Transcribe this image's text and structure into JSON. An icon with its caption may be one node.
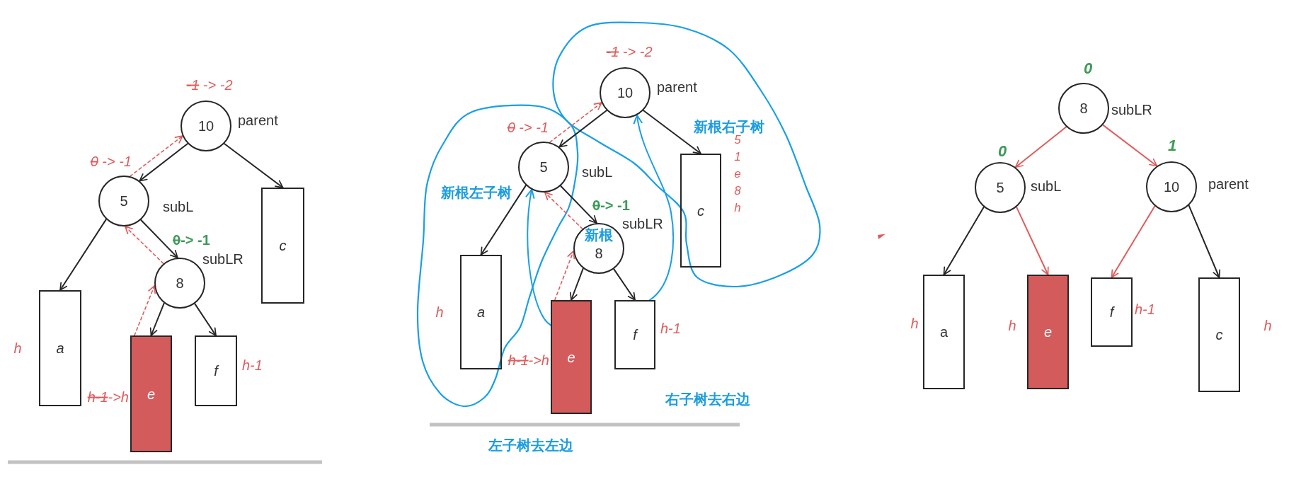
{
  "diagram": {
    "nodes": [
      {
        "text": [
          "10"
        ],
        "beside": [
          "-1 -> -2",
          "parent"
        ]
      },
      {
        "text": [
          "5"
        ],
        "beside": [
          "0 -> -1",
          "subL"
        ]
      },
      {
        "text": [
          "c"
        ]
      },
      {
        "text": [
          "8"
        ],
        "beside": [
          "0-> -1",
          "subLR"
        ]
      },
      {
        "text": [
          "a"
        ],
        "beside": [
          "h"
        ]
      },
      {
        "text": [
          "e"
        ],
        "beside": [
          "h-1->h"
        ]
      },
      {
        "text": [
          "f"
        ],
        "beside": [
          "h-1"
        ]
      },
      {
        "text": [
          "10"
        ],
        "beside": [
          "-1 -> -2",
          "parent"
        ]
      },
      {
        "text": [
          "5"
        ],
        "beside": [
          "0 -> -1",
          "subL"
        ]
      },
      {
        "text": [
          "c"
        ]
      },
      {
        "text": [
          "8"
        ],
        "beside": [
          "0-> -1",
          "subLR"
        ]
      },
      {
        "text": [
          "a"
        ],
        "beside": [
          "h"
        ]
      },
      {
        "text": [
          "e"
        ],
        "beside": [
          "h-1->h"
        ]
      },
      {
        "text": [
          "f"
        ],
        "beside": [
          "h-1"
        ]
      },
      {
        "text": [
          "8"
        ],
        "beside": [
          "0",
          "subLR"
        ]
      },
      {
        "text": [
          "5"
        ],
        "beside": [
          "0",
          "subL"
        ]
      },
      {
        "text": [
          "10"
        ],
        "beside": [
          "1",
          "parent"
        ]
      },
      {
        "text": [
          "a"
        ],
        "beside": [
          "h"
        ]
      },
      {
        "text": [
          "e"
        ],
        "beside": [
          "h"
        ]
      },
      {
        "text": [
          "f"
        ],
        "beside": [
          "h-1"
        ]
      },
      {
        "text": [
          "c"
        ],
        "beside": [
          "h"
        ]
      }
    ],
    "edges": [
      {
        "from": 0,
        "to": 1,
        "arrow": "to"
      },
      {
        "from": 0,
        "to": 2,
        "arrow": "to"
      },
      {
        "from": 1,
        "to": 4,
        "arrow": "to"
      },
      {
        "from": 1,
        "to": 3,
        "arrow": "to"
      },
      {
        "from": 3,
        "to": 5,
        "arrow": "to"
      },
      {
        "from": 3,
        "to": 6,
        "arrow": "to"
      },
      {
        "from": 1,
        "to": 0,
        "arrow": "to",
        "style": "dashed",
        "color": "#e05c5c"
      },
      {
        "from": 3,
        "to": 1,
        "arrow": "to",
        "style": "dashed",
        "color": "#e05c5c"
      },
      {
        "from": 5,
        "to": 3,
        "arrow": "to",
        "style": "dashed",
        "color": "#e05c5c"
      },
      {
        "from": 7,
        "to": 8,
        "arrow": "to"
      },
      {
        "from": 7,
        "to": 9,
        "arrow": "to"
      },
      {
        "from": 8,
        "to": 11,
        "arrow": "to"
      },
      {
        "from": 8,
        "to": 10,
        "arrow": "to"
      },
      {
        "from": 10,
        "to": 12,
        "arrow": "to"
      },
      {
        "from": 10,
        "to": 13,
        "arrow": "to"
      },
      {
        "from": 8,
        "to": 7,
        "arrow": "to",
        "style": "dashed",
        "color": "#e05c5c"
      },
      {
        "from": 10,
        "to": 8,
        "arrow": "to",
        "style": "dashed",
        "color": "#e05c5c"
      },
      {
        "from": 12,
        "to": 10,
        "arrow": "to",
        "style": "dashed",
        "color": "#e05c5c"
      },
      {
        "from": 12,
        "to": 8,
        "arrow": "to",
        "color": "#1a9fe6"
      },
      {
        "from": 13,
        "to": 7,
        "arrow": "to",
        "color": "#1a9fe6"
      },
      {
        "from": 14,
        "to": 15,
        "arrow": "to",
        "color": "#e05c5c"
      },
      {
        "from": 14,
        "to": 16,
        "arrow": "to",
        "color": "#e05c5c"
      },
      {
        "from": 15,
        "to": 17,
        "arrow": "to"
      },
      {
        "from": 15,
        "to": 18,
        "arrow": "to",
        "color": "#e05c5c"
      },
      {
        "from": 16,
        "to": 19,
        "arrow": "to",
        "color": "#e05c5c"
      },
      {
        "from": 16,
        "to": 20,
        "arrow": "to"
      }
    ],
    "labels": [
      "新根右子树",
      "5 1 e 8 h",
      "新根左子树",
      "新根",
      "右子树去右边",
      "左子树去左边"
    ]
  }
}
